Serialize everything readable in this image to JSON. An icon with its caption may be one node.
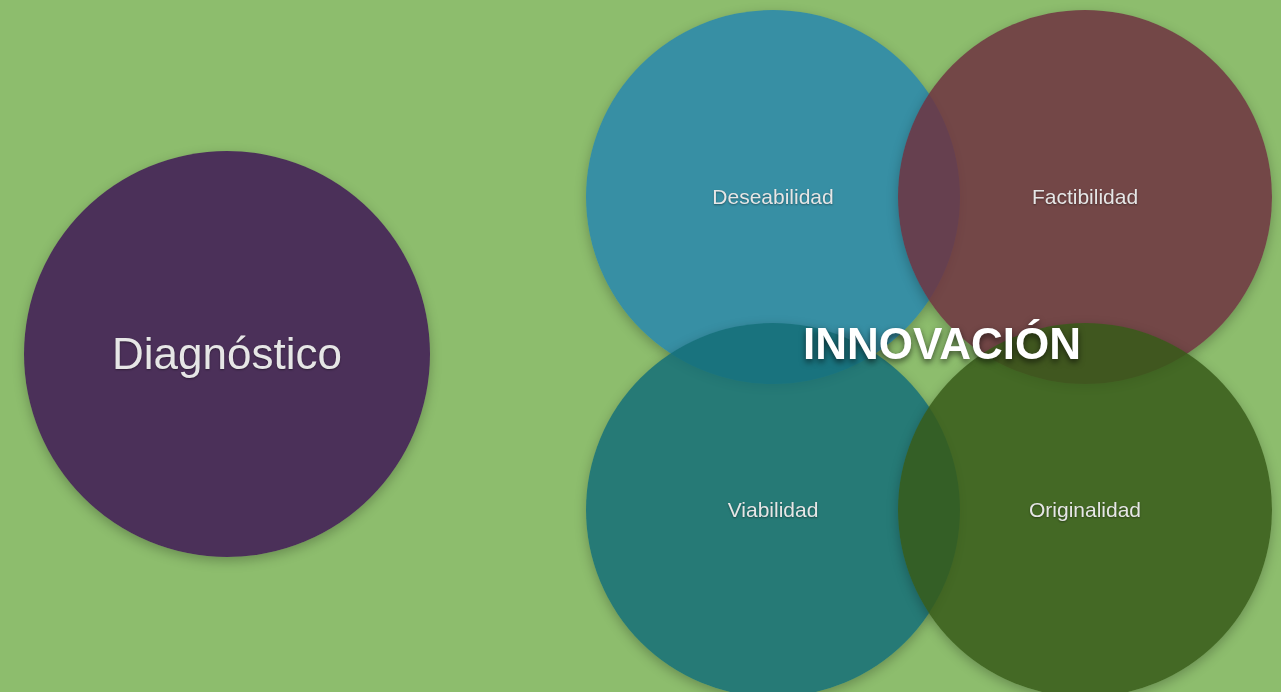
{
  "diagram": {
    "nodes": [
      {
        "text": [
          "Diagnóstico"
        ]
      },
      {
        "text": [
          "Deseabilidad"
        ]
      },
      {
        "text": [
          "Factibilidad"
        ]
      },
      {
        "text": [
          "Viabilidad"
        ]
      },
      {
        "text": [
          "Originalidad"
        ]
      }
    ],
    "labels": [
      "INNOVACIÓN"
    ]
  }
}
